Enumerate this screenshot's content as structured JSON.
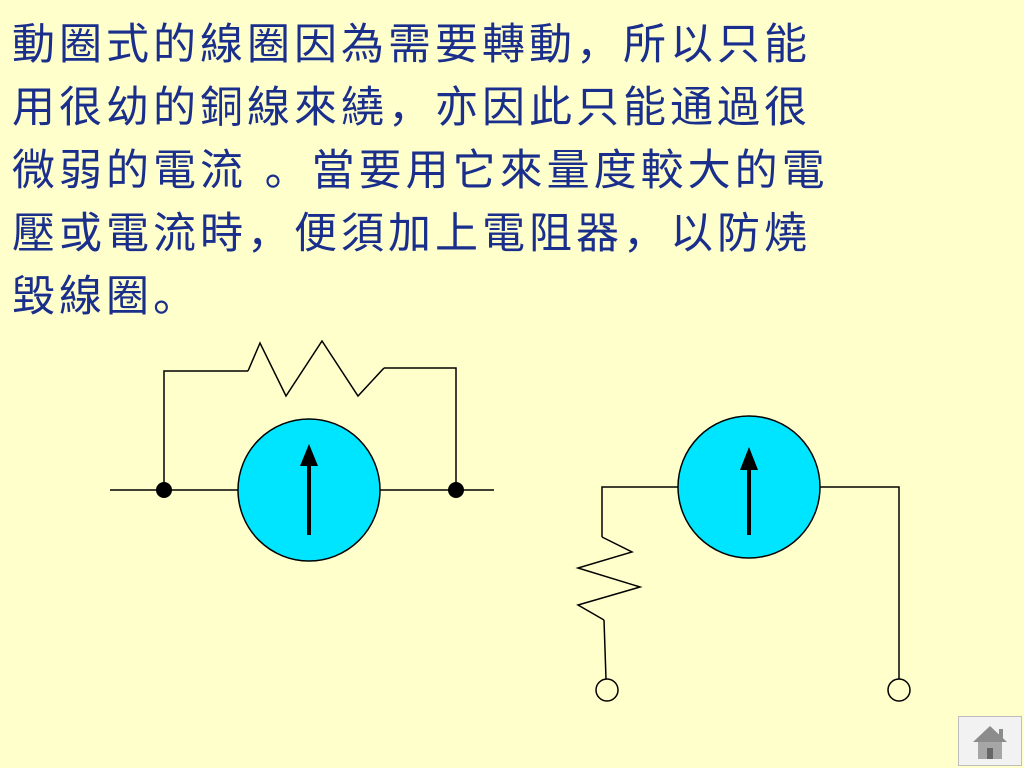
{
  "slide": {
    "text_lines": [
      "動圈式的線圈因為需要轉動，所以只能",
      "用很幼的銅線來繞，亦因此只能通過很",
      "微弱的電流 。當要用它來量度較大的電",
      "壓或電流時，便須加上電阻器，以防燒",
      "毀線圈。"
    ]
  },
  "icons": {
    "meter_arrow": "up-arrow-icon",
    "home": "home-icon"
  },
  "colors": {
    "background": "#ffffcc",
    "text": "#1a2f8c",
    "meter_fill": "#00e5ff",
    "wire": "#000000"
  }
}
